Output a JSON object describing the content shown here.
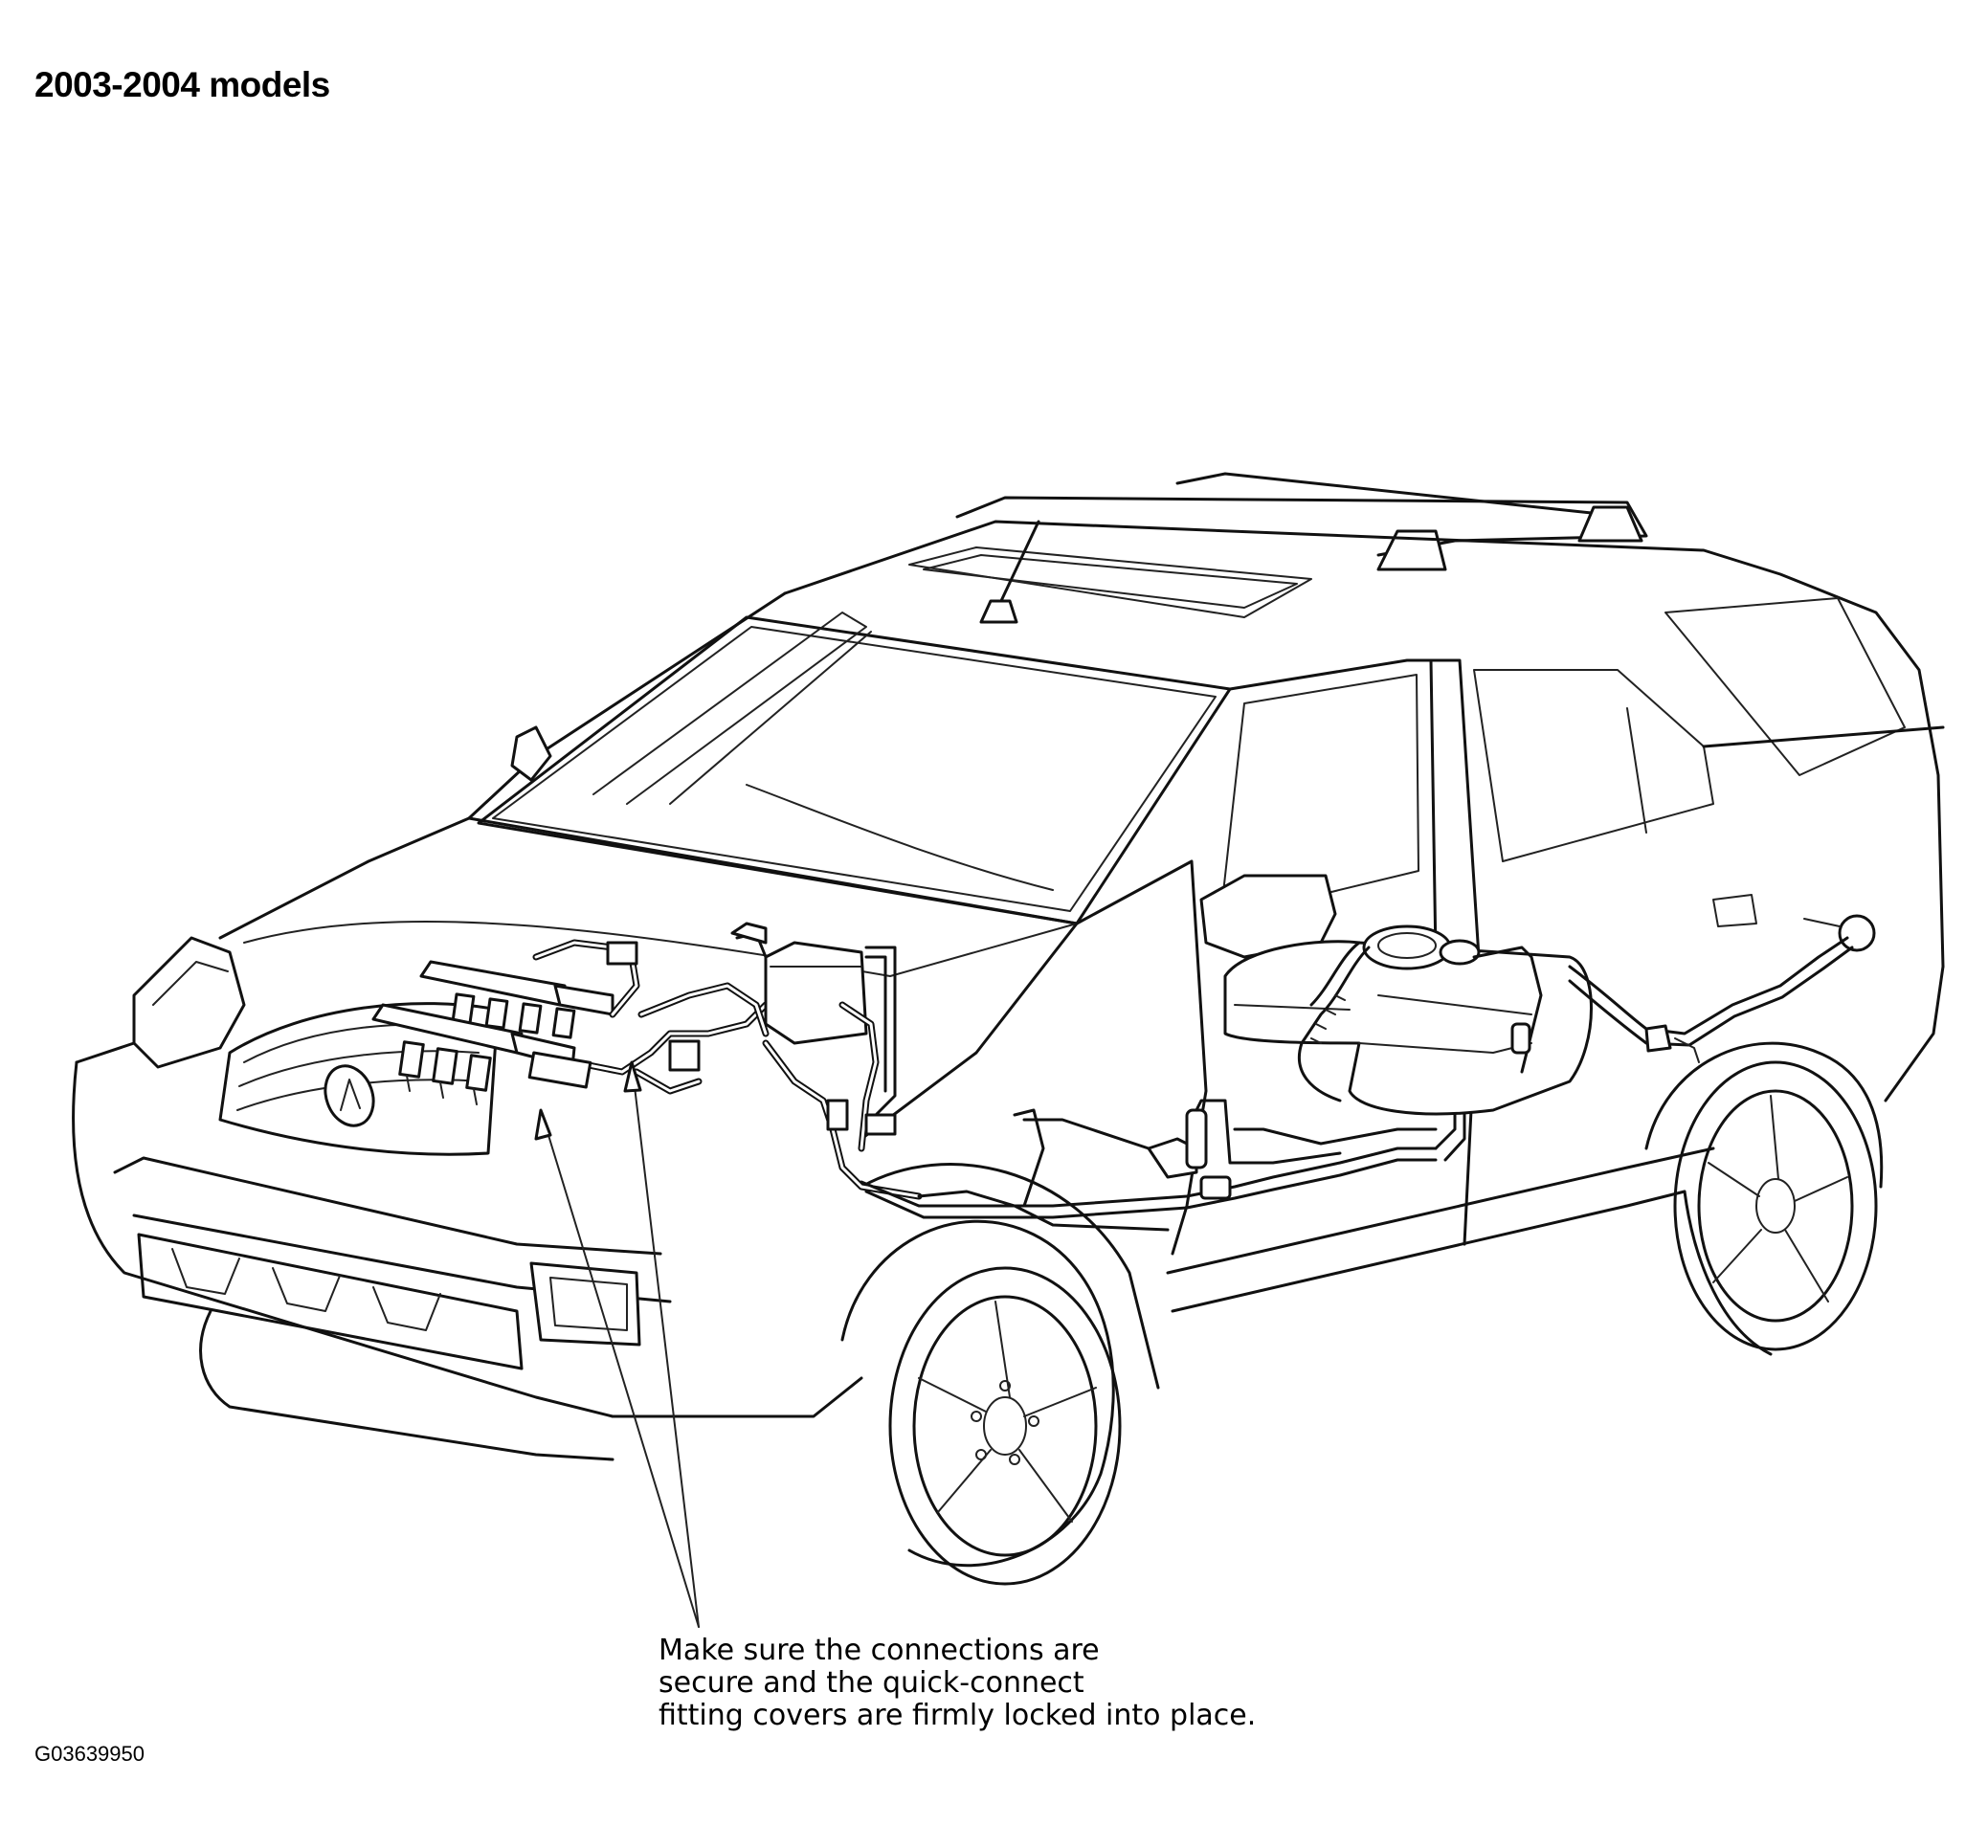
{
  "heading": "2003-2004 models",
  "callout": {
    "lines": [
      "Make sure the connections are",
      "secure and the quick-connect",
      "fitting covers are firmly locked into place."
    ]
  },
  "figure_id": "G03639950",
  "illustration": {
    "style": "black line art on white",
    "line_color": "#111111",
    "background": "#ffffff"
  }
}
